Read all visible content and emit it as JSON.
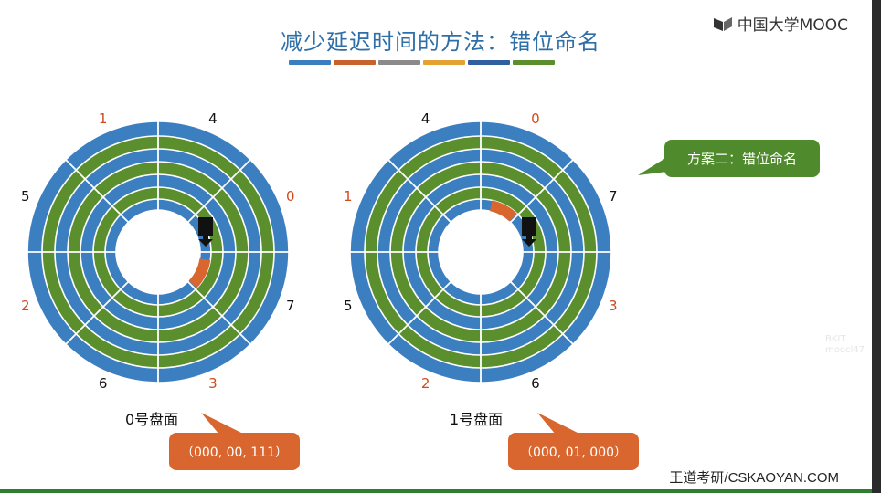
{
  "slide": {
    "title": "减少延迟时间的方法：错位命名",
    "brand": "中国大学MOOC",
    "watermark_line1": "BKIT",
    "watermark_line2": "moocl47",
    "color_bars": [
      "#3c7fc1",
      "#c8622c",
      "#8a8a8a",
      "#e3a233",
      "#2f5f9e",
      "#5b8f2e"
    ],
    "footer": "王道考研/CSKAOYAN.COM"
  },
  "colors": {
    "ring_blue": "#3c7fc1",
    "ring_green": "#5b8f2e",
    "highlight": "#d9662e",
    "sector_label_red": "#d24a1c",
    "sector_label_black": "#111111",
    "callout_orange": "#d9662e",
    "callout_green": "#4f8a2c"
  },
  "disks": [
    {
      "surface_label": "0号盘面",
      "address": "（000, 00, 111）",
      "sectors": [
        "1",
        "4",
        "0",
        "7",
        "3",
        "6",
        "2",
        "5"
      ]
    },
    {
      "surface_label": "1号盘面",
      "address": "（000, 01, 000）",
      "sectors": [
        "4",
        "0",
        "7",
        "3",
        "6",
        "2",
        "5",
        "1"
      ]
    }
  ],
  "scheme_callout": "方案二：错位命名"
}
